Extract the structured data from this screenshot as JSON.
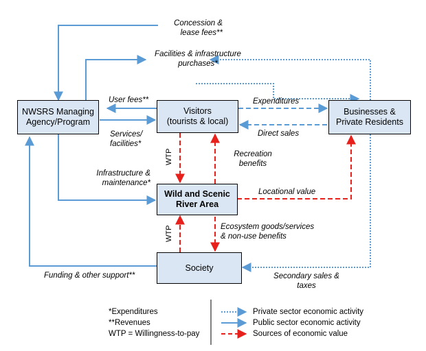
{
  "nodes": {
    "agency": [
      "NWSRS Managing",
      "Agency/Program"
    ],
    "visitors": [
      "Visitors",
      "(tourists & local)"
    ],
    "businesses": [
      "Businesses &",
      "Private Residents"
    ],
    "river": [
      "Wild and Scenic",
      "River Area"
    ],
    "society": [
      "Society"
    ]
  },
  "edges": {
    "concession": [
      "Concession &",
      "lease fees**"
    ],
    "facilities": [
      "Facilities & infrastructure",
      "purchases*"
    ],
    "user_fees": "User fees**",
    "expenditures": "Expenditures",
    "services": [
      "Services/",
      "facilities*"
    ],
    "direct_sales": "Direct sales",
    "wtp_upper": "WTP",
    "recreation": [
      "Recreation",
      "benefits"
    ],
    "infrastructure": [
      "Infrastructure &",
      "maintenance*"
    ],
    "locational": "Locational value",
    "wtp_lower": "WTP",
    "ecosystem": [
      "Ecosystem goods/services",
      "& non-use benefits"
    ],
    "funding": "Funding & other support**",
    "secondary": [
      "Secondary sales &",
      "taxes"
    ]
  },
  "legend": {
    "notes": [
      "*Expenditures",
      "**Revenues",
      "WTP = Willingness-to-pay"
    ],
    "lines": [
      "Private sector economic activity",
      "Public sector economic activity",
      "Sources of economic value"
    ]
  },
  "colors": {
    "public": "#5b9bd5",
    "private": "#5b9bd5",
    "value": "#e8201c",
    "box_fill": "#dae6f3"
  }
}
